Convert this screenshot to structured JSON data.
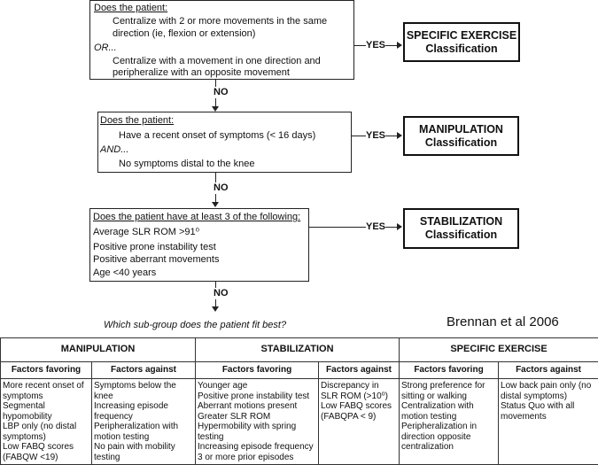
{
  "box1": {
    "heading": "Does the patient:",
    "line1": "Centralize with 2 or more movements in the same",
    "line2": "direction (ie, flexion or extension)",
    "connector": "OR...",
    "line3": "Centralize with a movement in one direction and",
    "line4": "peripheralize with an opposite movement"
  },
  "box2": {
    "heading": "Does the patient:",
    "line1": "Have a recent onset of symptoms (< 16 days)",
    "connector": "AND...",
    "line2": "No symptoms distal to the knee"
  },
  "box3": {
    "heading": "Does the patient have at least 3 of the following:",
    "items": [
      "Average SLR ROM >91⁰",
      "Positive prone instability test",
      "Positive aberrant movements",
      "Age <40 years"
    ]
  },
  "results": [
    {
      "title": "SPECIFIC EXERCISE",
      "subtitle": "Classification"
    },
    {
      "title": "MANIPULATION",
      "subtitle": "Classification"
    },
    {
      "title": "STABILIZATION",
      "subtitle": "Classification"
    }
  ],
  "yes_label": "YES",
  "no_label": "NO",
  "question": "Which sub-group does the patient fit best?",
  "citation": "Brennan et al 2006",
  "table": {
    "groups": [
      "MANIPULATION",
      "STABILIZATION",
      "SPECIFIC EXERCISE"
    ],
    "factors_favoring": "Factors favoring",
    "factors_against": "Factors against",
    "columns": [
      [
        "More recent onset of symptoms",
        "Segmental hypomobility",
        "LBP only (no distal symptoms)",
        "Low FABQ scores (FABQW <19)"
      ],
      [
        "Symptoms below the knee",
        "Increasing episode frequency",
        "Peripheralization with motion testing",
        "No pain with mobility testing"
      ],
      [
        "Younger age",
        "Positive prone instability test",
        "Aberrant motions present",
        "Greater SLR ROM",
        "Hypermobility with spring testing",
        "Increasing episode frequency",
        "3 or more prior episodes"
      ],
      [
        "Discrepancy in SLR ROM (>10⁰)",
        "Low FABQ scores (FABQPA < 9)"
      ],
      [
        "Strong preference for sitting or walking",
        "Centralization with motion testing",
        "Peripheralization in direction opposite centralization"
      ],
      [
        "Low back pain only (no distal symptoms)",
        "Status Quo with all movements"
      ]
    ]
  }
}
